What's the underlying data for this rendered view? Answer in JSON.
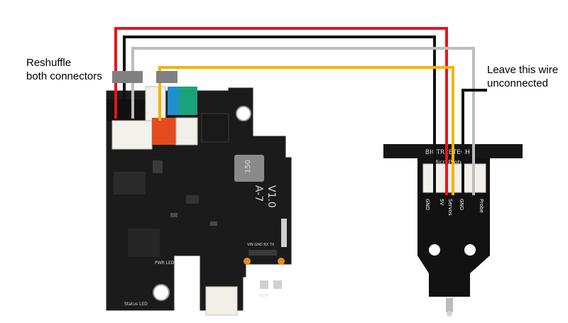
{
  "annotations": {
    "left_line1": "Reshuffle",
    "left_line2": "both connectors",
    "right_line1": "Leave this wire",
    "right_line2": "unconnected"
  },
  "board": {
    "chip_label": "150",
    "version_line1": "A-7",
    "version_line2": "V1.0",
    "status_led_label": "Status LED",
    "pwr_led_label": "PWR LED",
    "uart_label": "VIN GND RX TX",
    "boot_label": "BOOT"
  },
  "probe": {
    "brand": "BIGTREETECH",
    "model": "MicroProbe",
    "pins": [
      "GND",
      "5V",
      "Servos",
      "GND",
      "Probe"
    ]
  },
  "wire_colors": {
    "red": "#e8141b",
    "black": "#111111",
    "gray": "#bdbdbd",
    "yellow": "#f4b400",
    "connector_mark": "#808080"
  }
}
